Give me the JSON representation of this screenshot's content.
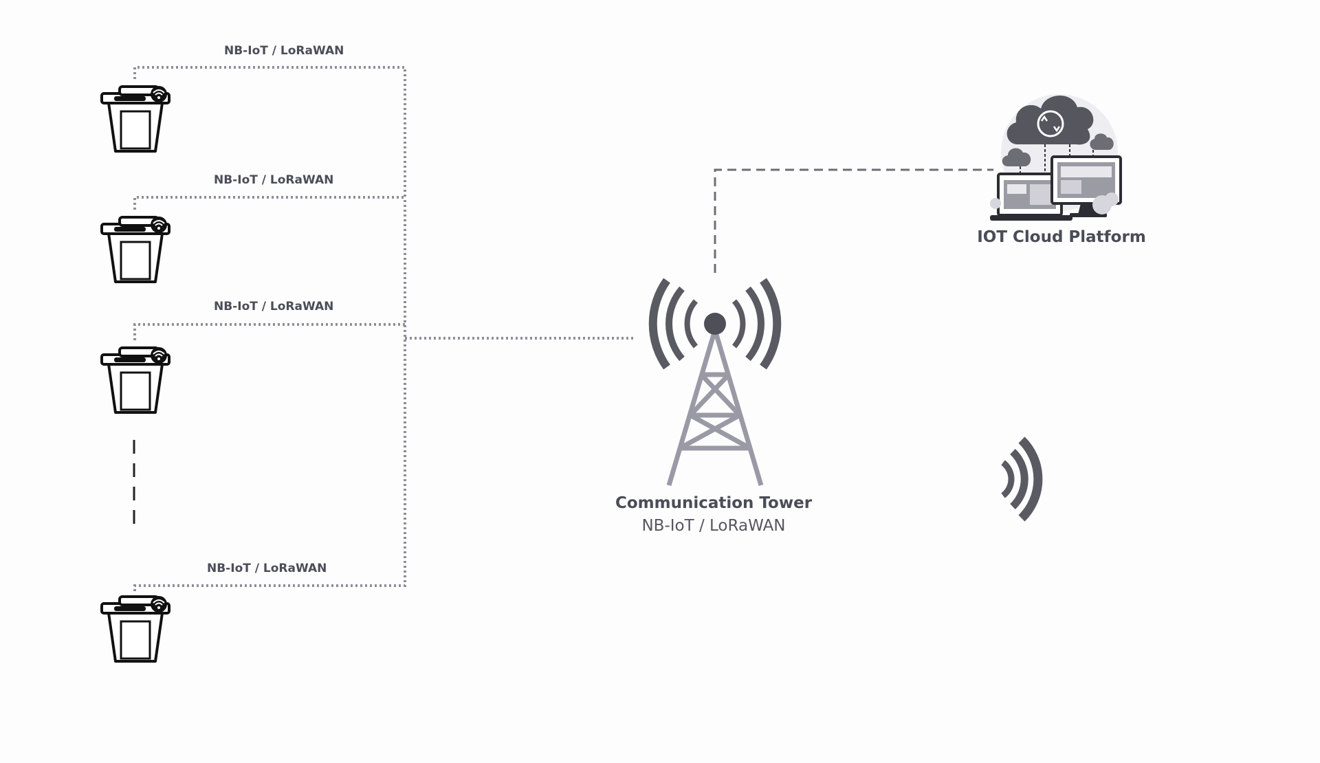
{
  "colors": {
    "background": "#fdfdfd",
    "link_dotted": "#8e8e9c",
    "link_dashed": "#6c6e76",
    "tower": "#9a9aa6",
    "waves": "#5a5b62",
    "bin": "#111111",
    "text": "#4a4c57"
  },
  "bins": [
    {
      "icon": "smart-bin-icon",
      "link_label": "NB-IoT / LoRaWAN"
    },
    {
      "icon": "smart-bin-icon",
      "link_label": "NB-IoT / LoRaWAN"
    },
    {
      "icon": "smart-bin-icon",
      "link_label": "NB-IoT / LoRaWAN"
    },
    {
      "icon": "smart-bin-icon",
      "link_label": "NB-IoT / LoRaWAN"
    }
  ],
  "tower": {
    "icon": "communication-tower-icon",
    "title": "Communication Tower",
    "subtitle": "NB-IoT / LoRaWAN"
  },
  "cloud": {
    "icon": "iot-cloud-platform-icon",
    "title": "IOT Cloud Platform"
  },
  "extra_icon": "wireless-signal-icon"
}
